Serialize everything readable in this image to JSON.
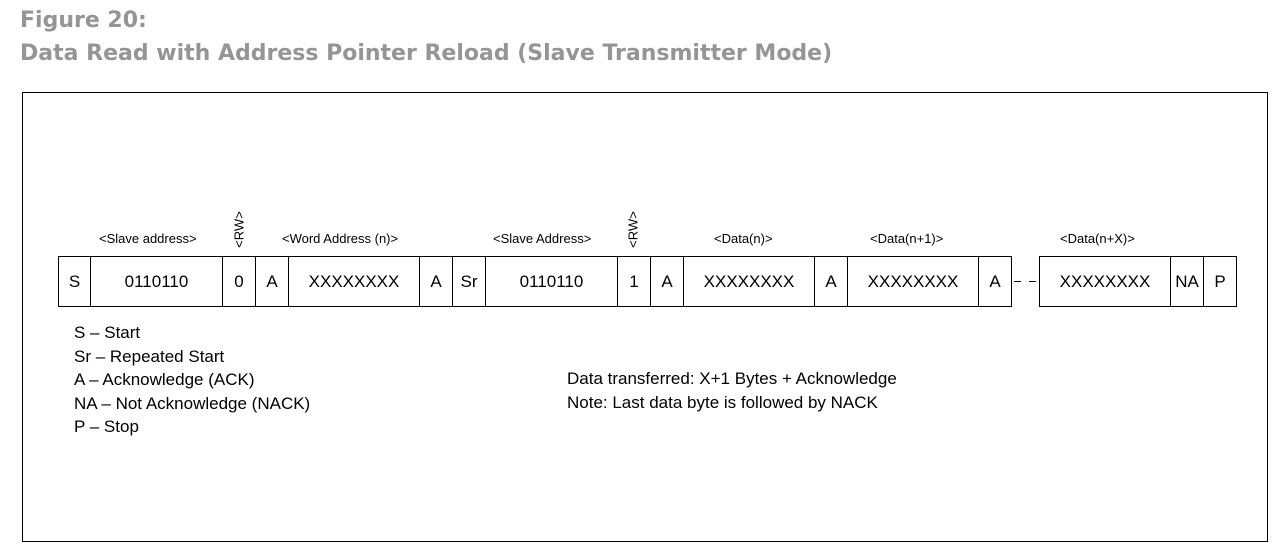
{
  "figure": {
    "number": "Figure 20:",
    "title": "Data Read with Address Pointer Reload (Slave Transmitter Mode)"
  },
  "labels": {
    "slave_address_1": "<Slave address>",
    "rw_1": "<RW>",
    "word_address": "<Word Address (n)>",
    "slave_address_2": "<Slave Address>",
    "rw_2": "<RW>",
    "data_n": "<Data(n)>",
    "data_n1": "<Data(n+1)>",
    "data_nx": "<Data(n+X)>"
  },
  "cells": [
    {
      "text": "S"
    },
    {
      "text": "0110110"
    },
    {
      "text": "0"
    },
    {
      "text": "A"
    },
    {
      "text": "XXXXXXXX"
    },
    {
      "text": "A"
    },
    {
      "text": "Sr"
    },
    {
      "text": "0110110"
    },
    {
      "text": "1"
    },
    {
      "text": "A"
    },
    {
      "text": "XXXXXXXX"
    },
    {
      "text": "A"
    },
    {
      "text": "XXXXXXXX"
    },
    {
      "text": "A"
    },
    {
      "text": "XXXXXXXX"
    },
    {
      "text": "NA"
    },
    {
      "text": "P"
    }
  ],
  "legend": [
    "S – Start",
    "Sr – Repeated Start",
    "A – Acknowledge (ACK)",
    "NA – Not Acknowledge (NACK)",
    "P – Stop"
  ],
  "notes": [
    "Data transferred: X+1 Bytes + Acknowledge",
    "Note: Last data byte is followed by NACK"
  ]
}
